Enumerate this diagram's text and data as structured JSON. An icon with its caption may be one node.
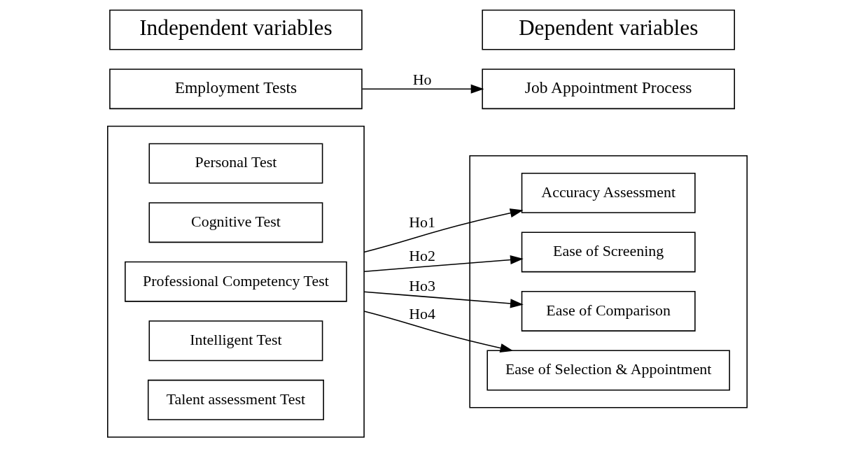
{
  "diagram": {
    "nodes": [
      {
        "text": [
          "Independent variables"
        ]
      },
      {
        "text": [
          "Dependent variables"
        ]
      },
      {
        "text": [
          "Employment Tests"
        ]
      },
      {
        "text": [
          "Job Appointment Process"
        ]
      },
      {
        "text": [],
        "shape": "box"
      },
      {
        "text": [
          "Personal Test"
        ],
        "in": 4
      },
      {
        "text": [
          "Cognitive Test"
        ],
        "in": 4
      },
      {
        "text": [
          "Professional Competency Test"
        ],
        "in": 4
      },
      {
        "text": [
          "Intelligent Test"
        ],
        "in": 4
      },
      {
        "text": [
          "Talent assessment Test"
        ],
        "in": 4
      },
      {
        "text": [],
        "shape": "box"
      },
      {
        "text": [
          "Accuracy Assessment"
        ],
        "in": 10
      },
      {
        "text": [
          "Ease of Screening"
        ],
        "in": 10
      },
      {
        "text": [
          "Ease of Comparison"
        ],
        "in": 10
      },
      {
        "text": [
          "Ease of Selection & Appointment"
        ],
        "in": 10
      }
    ],
    "edges": [
      {
        "from": 2,
        "to": 3,
        "arrow": "to",
        "label": "Ho"
      },
      {
        "from": 4,
        "to": 11,
        "arrow": "to",
        "label": "Ho1"
      },
      {
        "from": 4,
        "to": 12,
        "arrow": "to",
        "label": "Ho2"
      },
      {
        "from": 4,
        "to": 13,
        "arrow": "to",
        "label": "Ho3"
      },
      {
        "from": 4,
        "to": 14,
        "arrow": "to",
        "label": "Ho4"
      }
    ]
  }
}
